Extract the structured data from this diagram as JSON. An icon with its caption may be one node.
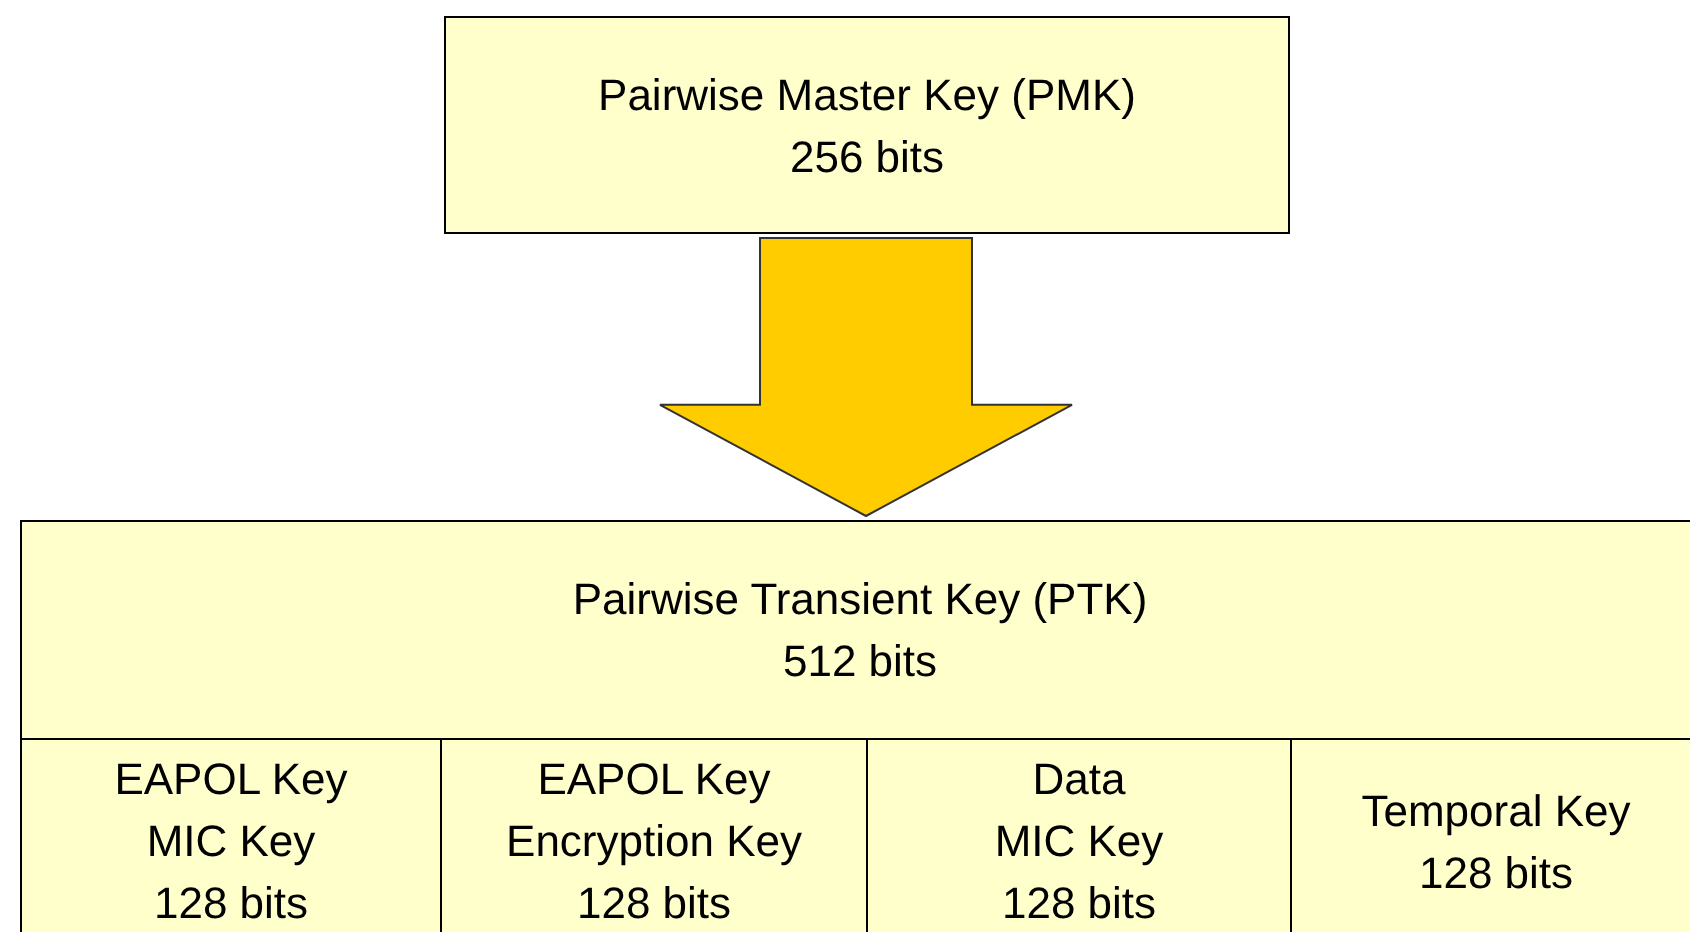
{
  "diagram": {
    "nodes": [
      {
        "text": [
          "Pairwise Master Key (PMK)",
          "256 bits"
        ]
      },
      {
        "text": [
          "Pairwise Transient Key (PTK)",
          "512 bits"
        ]
      },
      {
        "text": [
          "EAPOL Key MIC Key",
          "128 bits"
        ],
        "in": 1
      },
      {
        "text": [
          "EAPOL Key Encryption Key",
          "128 bits"
        ],
        "in": 1
      },
      {
        "text": [
          "Data MIC Key",
          "128 bits"
        ],
        "in": 1
      },
      {
        "text": [
          "Temporal Key",
          "128 bits"
        ],
        "in": 1
      }
    ],
    "edges": [
      {
        "from": 0,
        "to": 1,
        "arrow": "to",
        "style": "thick",
        "color": "#ffcc00"
      }
    ]
  }
}
